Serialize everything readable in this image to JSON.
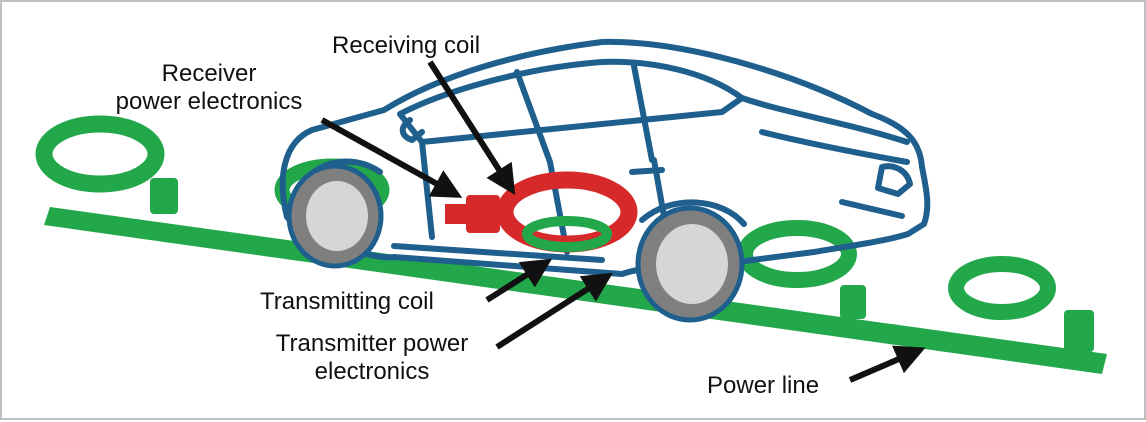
{
  "labels": {
    "receiving_coil": "Receiving coil",
    "receiver_power_electronics": [
      "Receiver",
      "power electronics"
    ],
    "transmitting_coil": "Transmitting coil",
    "transmitter_power_electronics": [
      "Transmitter power",
      "electronics"
    ],
    "power_line": "Power line"
  },
  "colors": {
    "road_green": "#22a84a",
    "car_outline": "#1f5f8e",
    "coil_red": "#d62a2a",
    "tire_gray": "#7f7f7f",
    "rim_gray": "#d6d6d6",
    "arrow_black": "#111111"
  }
}
